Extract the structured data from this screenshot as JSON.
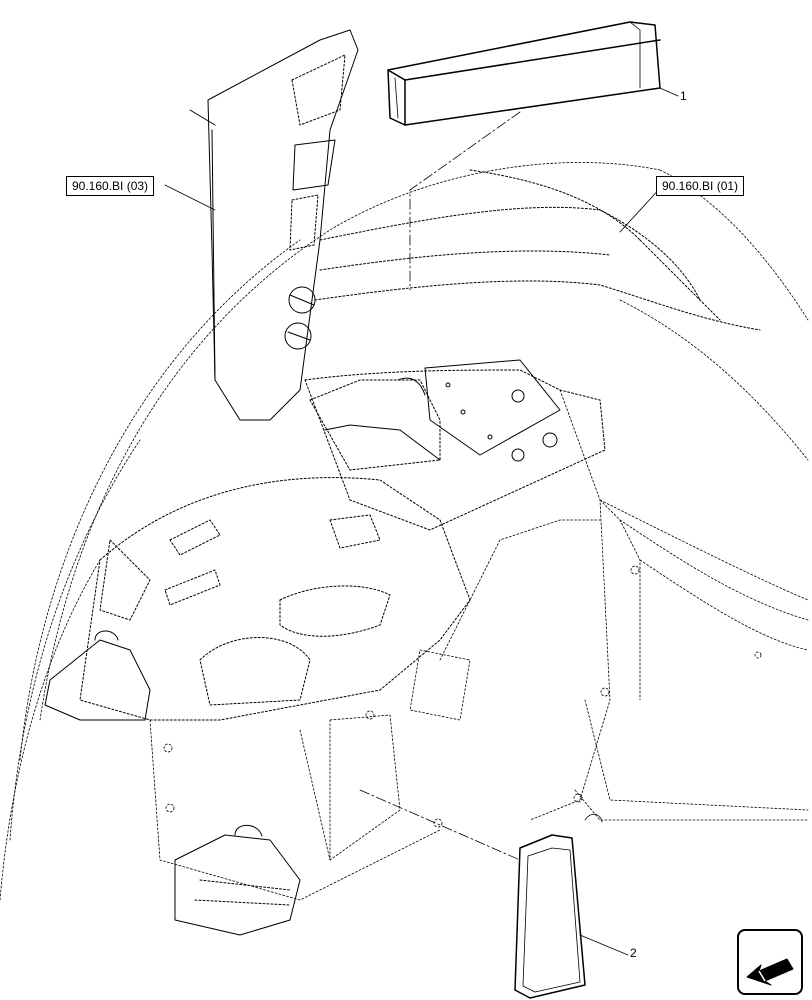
{
  "references": {
    "left": "90.160.BI (03)",
    "right": "90.160.BI (01)"
  },
  "callouts": {
    "part1": "1",
    "part2": "2"
  },
  "navigation": {
    "icon": "next-page-arrow-icon"
  }
}
